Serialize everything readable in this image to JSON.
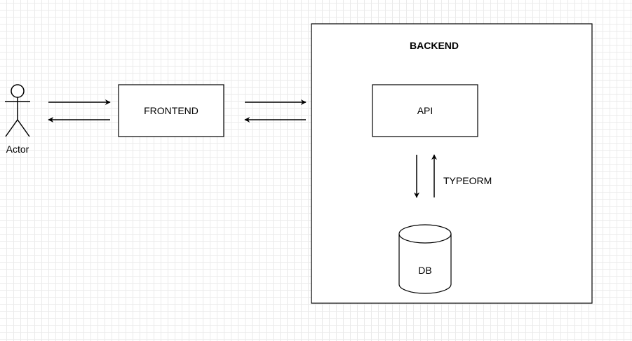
{
  "actor": {
    "label": "Actor"
  },
  "frontend": {
    "label": "FRONTEND"
  },
  "backend": {
    "label": "BACKEND"
  },
  "api": {
    "label": "API"
  },
  "orm": {
    "label": "TYPEORM"
  },
  "db": {
    "label": "DB"
  },
  "colors": {
    "stroke": "#000000",
    "fill": "#ffffff",
    "grid": "#e6e6e6"
  }
}
